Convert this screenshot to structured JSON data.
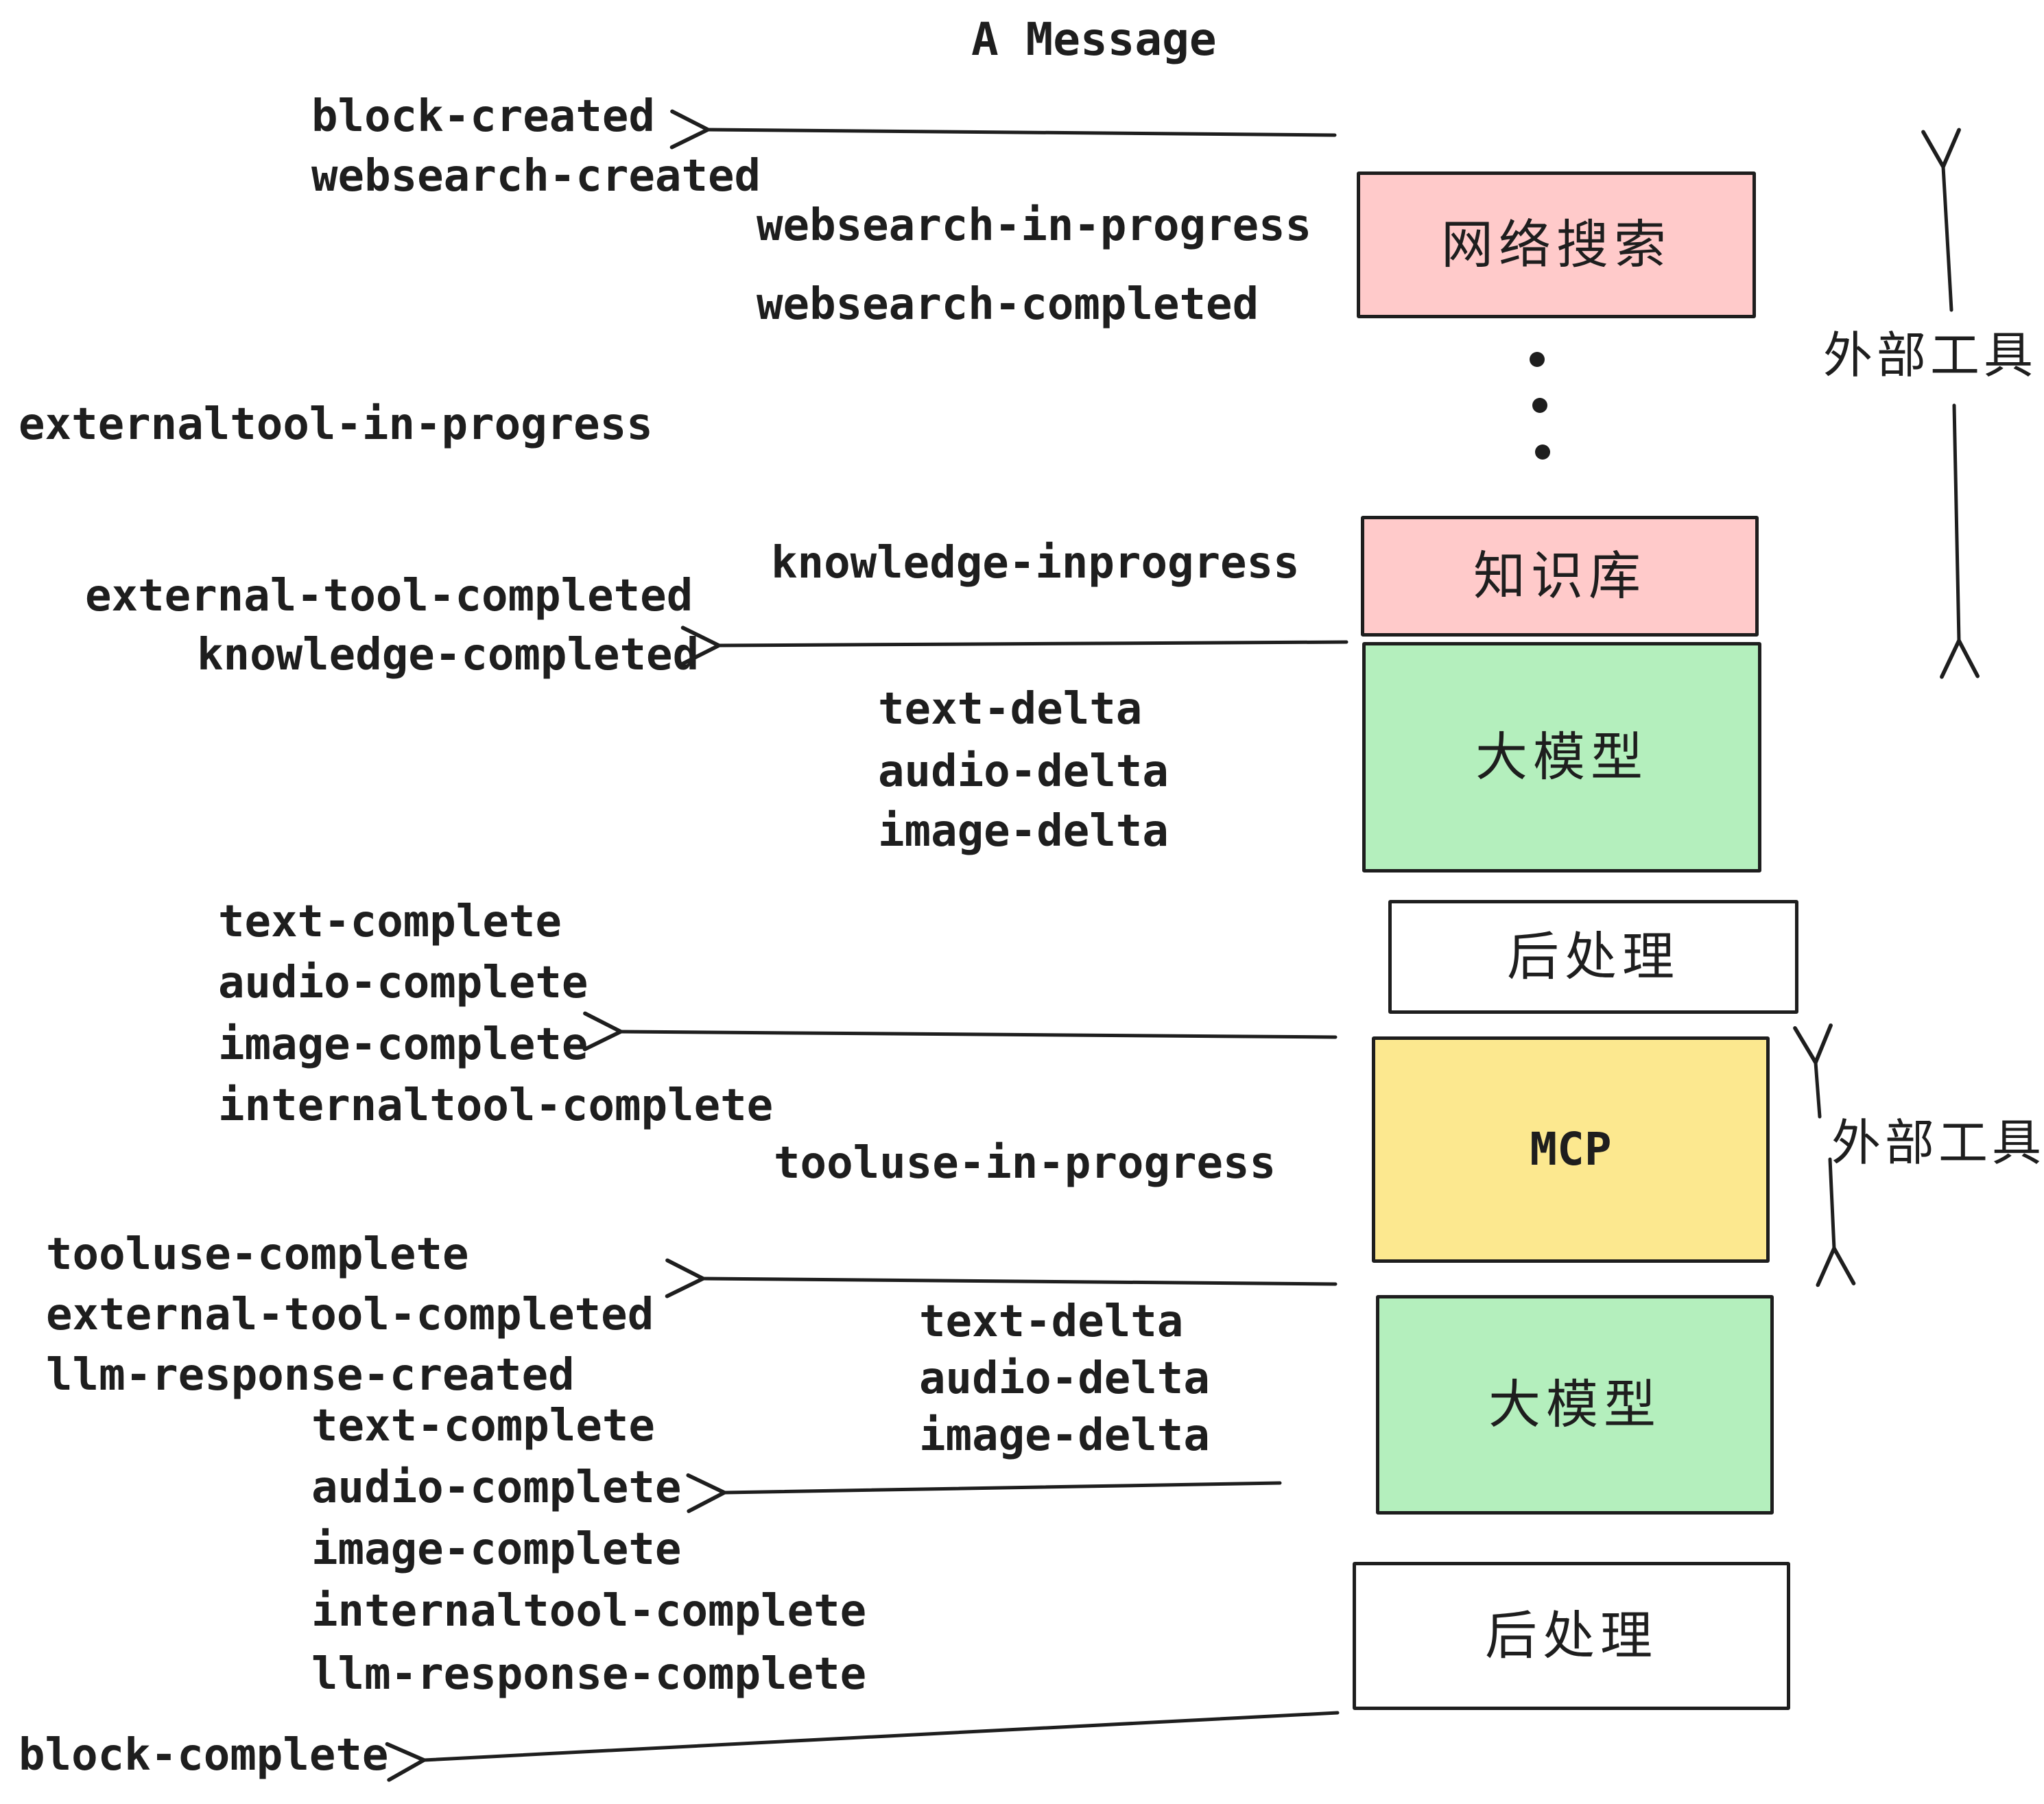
{
  "title": "A Message",
  "boxes": [
    {
      "label": "网络搜索",
      "fill_key": "box_pink"
    },
    {
      "label": "知识库",
      "fill_key": "box_pink"
    },
    {
      "label": "大模型",
      "fill_key": "box_green"
    },
    {
      "label": "后处理",
      "fill_key": "box_white"
    },
    {
      "label": "MCP",
      "fill_key": "box_yellow"
    },
    {
      "label": "大模型",
      "fill_key": "box_green"
    },
    {
      "label": "后处理",
      "fill_key": "box_white"
    }
  ],
  "events": {
    "block_created": "block-created",
    "websearch_created": "websearch-created",
    "websearch_in_progress": "websearch-in-progress",
    "websearch_completed": "websearch-completed",
    "externaltool_in_progress": "externaltool-in-progress",
    "knowledge_inprogress": "knowledge-inprogress",
    "external_tool_completed": "external-tool-completed",
    "knowledge_completed": "knowledge-completed",
    "text_delta": "text-delta",
    "audio_delta": "audio-delta",
    "image_delta": "image-delta",
    "text_complete": "text-complete",
    "audio_complete": "audio-complete",
    "image_complete": "image-complete",
    "internaltool_complete": "internaltool-complete",
    "tooluse_in_progress": "tooluse-in-progress",
    "tooluse_complete": "tooluse-complete",
    "llm_response_created": "llm-response-created",
    "llm_response_complete": "llm-response-complete",
    "block_complete": "block-complete"
  },
  "side_labels": {
    "external_tools_top": "外部工具",
    "external_tools_middle": "外部工具"
  },
  "colors": {
    "stroke": "#1e1e1e",
    "box_pink": "#ffcaca",
    "box_green": "#b4efbd",
    "box_yellow": "#fce88f",
    "box_white": "#ffffff",
    "background": "#ffffff"
  }
}
